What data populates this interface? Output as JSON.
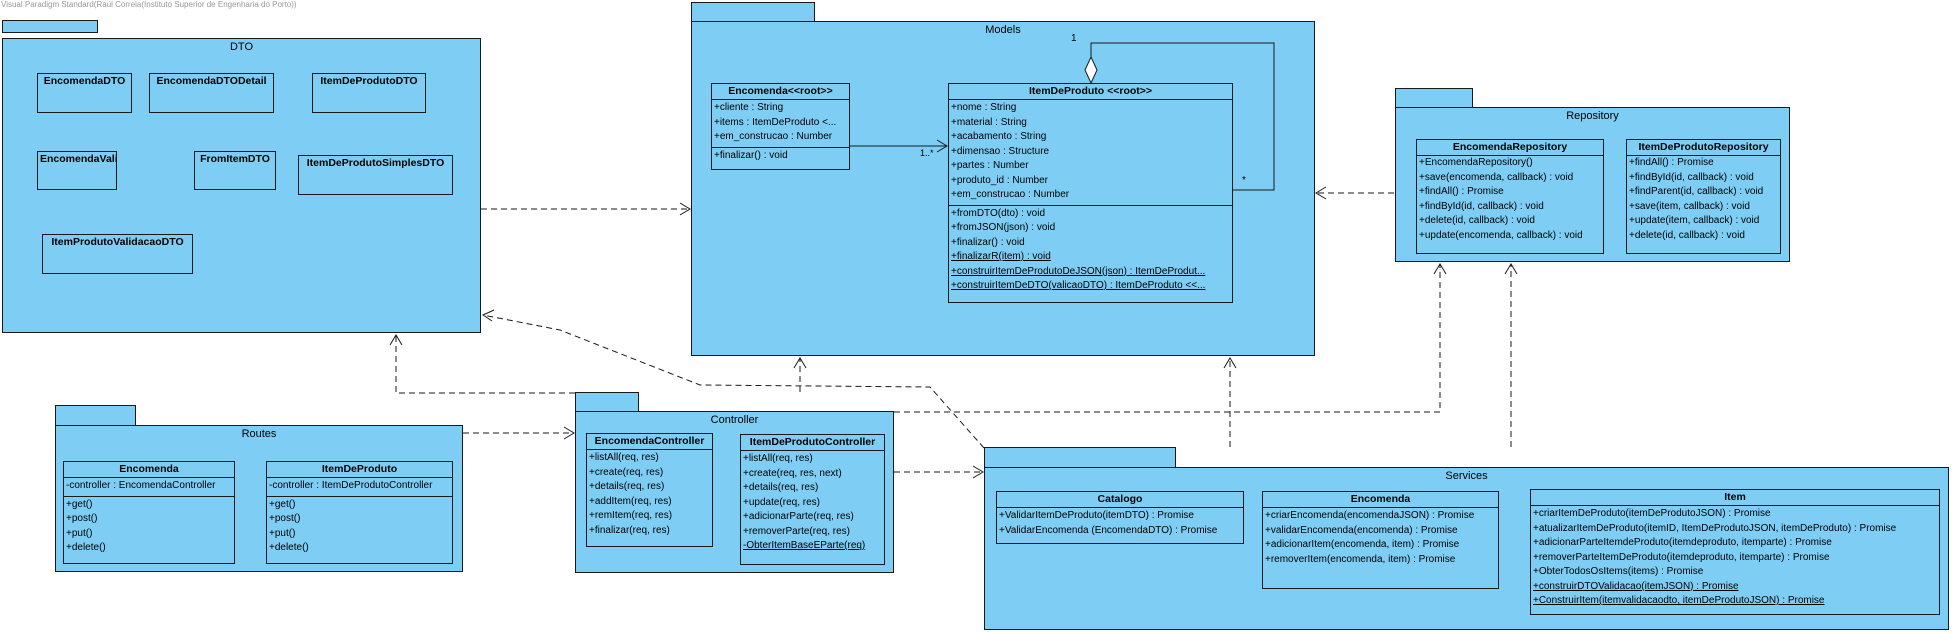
{
  "watermark": "Visual Paradigm Standard(Raúl Correia(Instituto Superior de Engenharia do Porto))",
  "packages": {
    "dto": "DTO",
    "models": "Models",
    "repository": "Repository",
    "routes": "Routes",
    "controller": "Controller",
    "services": "Services"
  },
  "dto_classes": {
    "encomenda_dto": "EncomendaDTO",
    "encomenda_dto_detail": "EncomendaDTODetail",
    "item_de_produto_dto": "ItemDeProdutoDTO",
    "encomenda_valid": "EncomendaValic",
    "from_item_dto": "FromItemDTO",
    "item_de_produto_simples_dto": "ItemDeProdutoSimplesDTO",
    "item_produto_validacao_dto": "ItemProdutoValidacaoDTO"
  },
  "encomenda_root": {
    "name": "Encomenda<<root>>",
    "attributes": [
      "+cliente : String",
      "+items : ItemDeProduto <...",
      "+em_construcao : Number"
    ],
    "operations": [
      "+finalizar() : void"
    ]
  },
  "item_de_produto_root": {
    "name": "ItemDeProduto <<root>>",
    "attributes": [
      "+nome : String",
      "+material : String",
      "+acabamento : String",
      "+dimensao : Structure",
      "+partes : Number",
      "+produto_id : Number",
      "+em_construcao : Number"
    ],
    "operations": [
      "+fromDTO(dto) : void",
      "+fromJSON(json) : void",
      "+finalizar() : void"
    ],
    "static_operations": [
      "+finalizarR(item) : void",
      "+construirItemDeProdutoDeJSON(json) : ItemDeProdut...",
      "+construirItemDeDTO(valicaoDTO) : ItemDeProduto <<..."
    ]
  },
  "multiplicity": {
    "agg_one": "1",
    "assoc_one_many": "1..*",
    "assoc_many": "*"
  },
  "encomenda_repository": {
    "name": "EncomendaRepository",
    "operations": [
      "+EncomendaRepository()",
      "+save(encomenda, callback) : void",
      "+findAll() : Promise",
      "+findById(id, callback) : void",
      "+delete(id, callback) : void",
      "+update(encomenda, callback) : void"
    ]
  },
  "item_de_produto_repository": {
    "name": "ItemDeProdutoRepository",
    "operations": [
      "+findAll() : Promise",
      "+findById(id, callback) : void",
      "+findParent(id, callback) : void",
      "+save(item, callback) : void",
      "+update(item, callback) : void",
      "+delete(id, callback) : void"
    ]
  },
  "routes_encomenda": {
    "name": "Encomenda",
    "attributes": [
      "-controller : EncomendaController"
    ],
    "operations": [
      "+get()",
      "+post()",
      "+put()",
      "+delete()"
    ]
  },
  "routes_item": {
    "name": "ItemDeProduto",
    "attributes": [
      "-controller : ItemDeProdutoController"
    ],
    "operations": [
      "+get()",
      "+post()",
      "+put()",
      "+delete()"
    ]
  },
  "encomenda_controller": {
    "name": "EncomendaController",
    "operations": [
      "+listAll(req, res)",
      "+create(req, res)",
      "+details(req, res)",
      "+addItem(req, res)",
      "+remItem(req, res)",
      "+finalizar(req, res)"
    ]
  },
  "item_controller": {
    "name": "ItemDeProdutoController",
    "operations": [
      "+listAll(req, res)",
      "+create(req, res, next)",
      "+details(req, res)",
      "+update(req, res)",
      "+adicionarParte(req, res)",
      "+removerParte(req, res)"
    ],
    "static_operations": [
      "-ObterItemBaseEParte(req)"
    ]
  },
  "catalogo": {
    "name": "Catalogo",
    "operations": [
      "+ValidarItemDeProduto(itemDTO) : Promise",
      "+ValidarEncomenda (EncomendaDTO) : Promise"
    ]
  },
  "services_encomenda": {
    "name": "Encomenda",
    "operations": [
      "+criarEncomenda(encomendaJSON) : Promise",
      "+validarEncomenda(encomenda) : Promise",
      "+adicionarItem(encomenda, item) : Promise",
      "+removerItem(encomenda, item) : Promise"
    ]
  },
  "services_item": {
    "name": "Item",
    "operations": [
      "+criarItemDeProduto(itemDeProdutoJSON) : Promise",
      "+atualizarItemDeProduto(itemID, ItemDeProdutoJSON, itemDeProduto) : Promise",
      "+adicionarParteItemdeProduto(itemdeproduto, itemparte) : Promise",
      "+removerParteItemDeProduto(itemdeproduto, itemparte) : Promise",
      "+ObterTodosOsItems(items) : Promise"
    ],
    "static_operations": [
      "+construirDTOValidacao(itemJSON) : Promise",
      "+ConstruirItem(itemvalidacaodto, itemDeProdutoJSON) : Promise"
    ]
  }
}
